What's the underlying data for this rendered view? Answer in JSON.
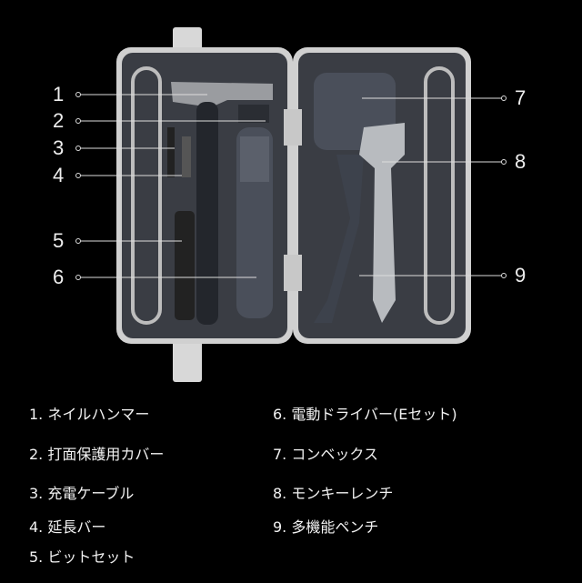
{
  "callouts": {
    "left": [
      "1",
      "2",
      "3",
      "4",
      "5",
      "6"
    ],
    "right": [
      "7",
      "8",
      "9"
    ]
  },
  "legend": {
    "left": [
      "1. ネイルハンマー",
      "2. 打面保護用カバー",
      "3. 充電ケーブル",
      "4. 延長バー",
      "5. ビットセット"
    ],
    "right": [
      "6. 電動ドライバー(Eセット)",
      "7. コンベックス",
      "8. モンキーレンチ",
      "9. 多機能ペンチ"
    ]
  },
  "colors": {
    "background": "#000000",
    "case": "#cfcfcf",
    "tray": "#3a3d44",
    "tool": "#4a4f5a"
  }
}
